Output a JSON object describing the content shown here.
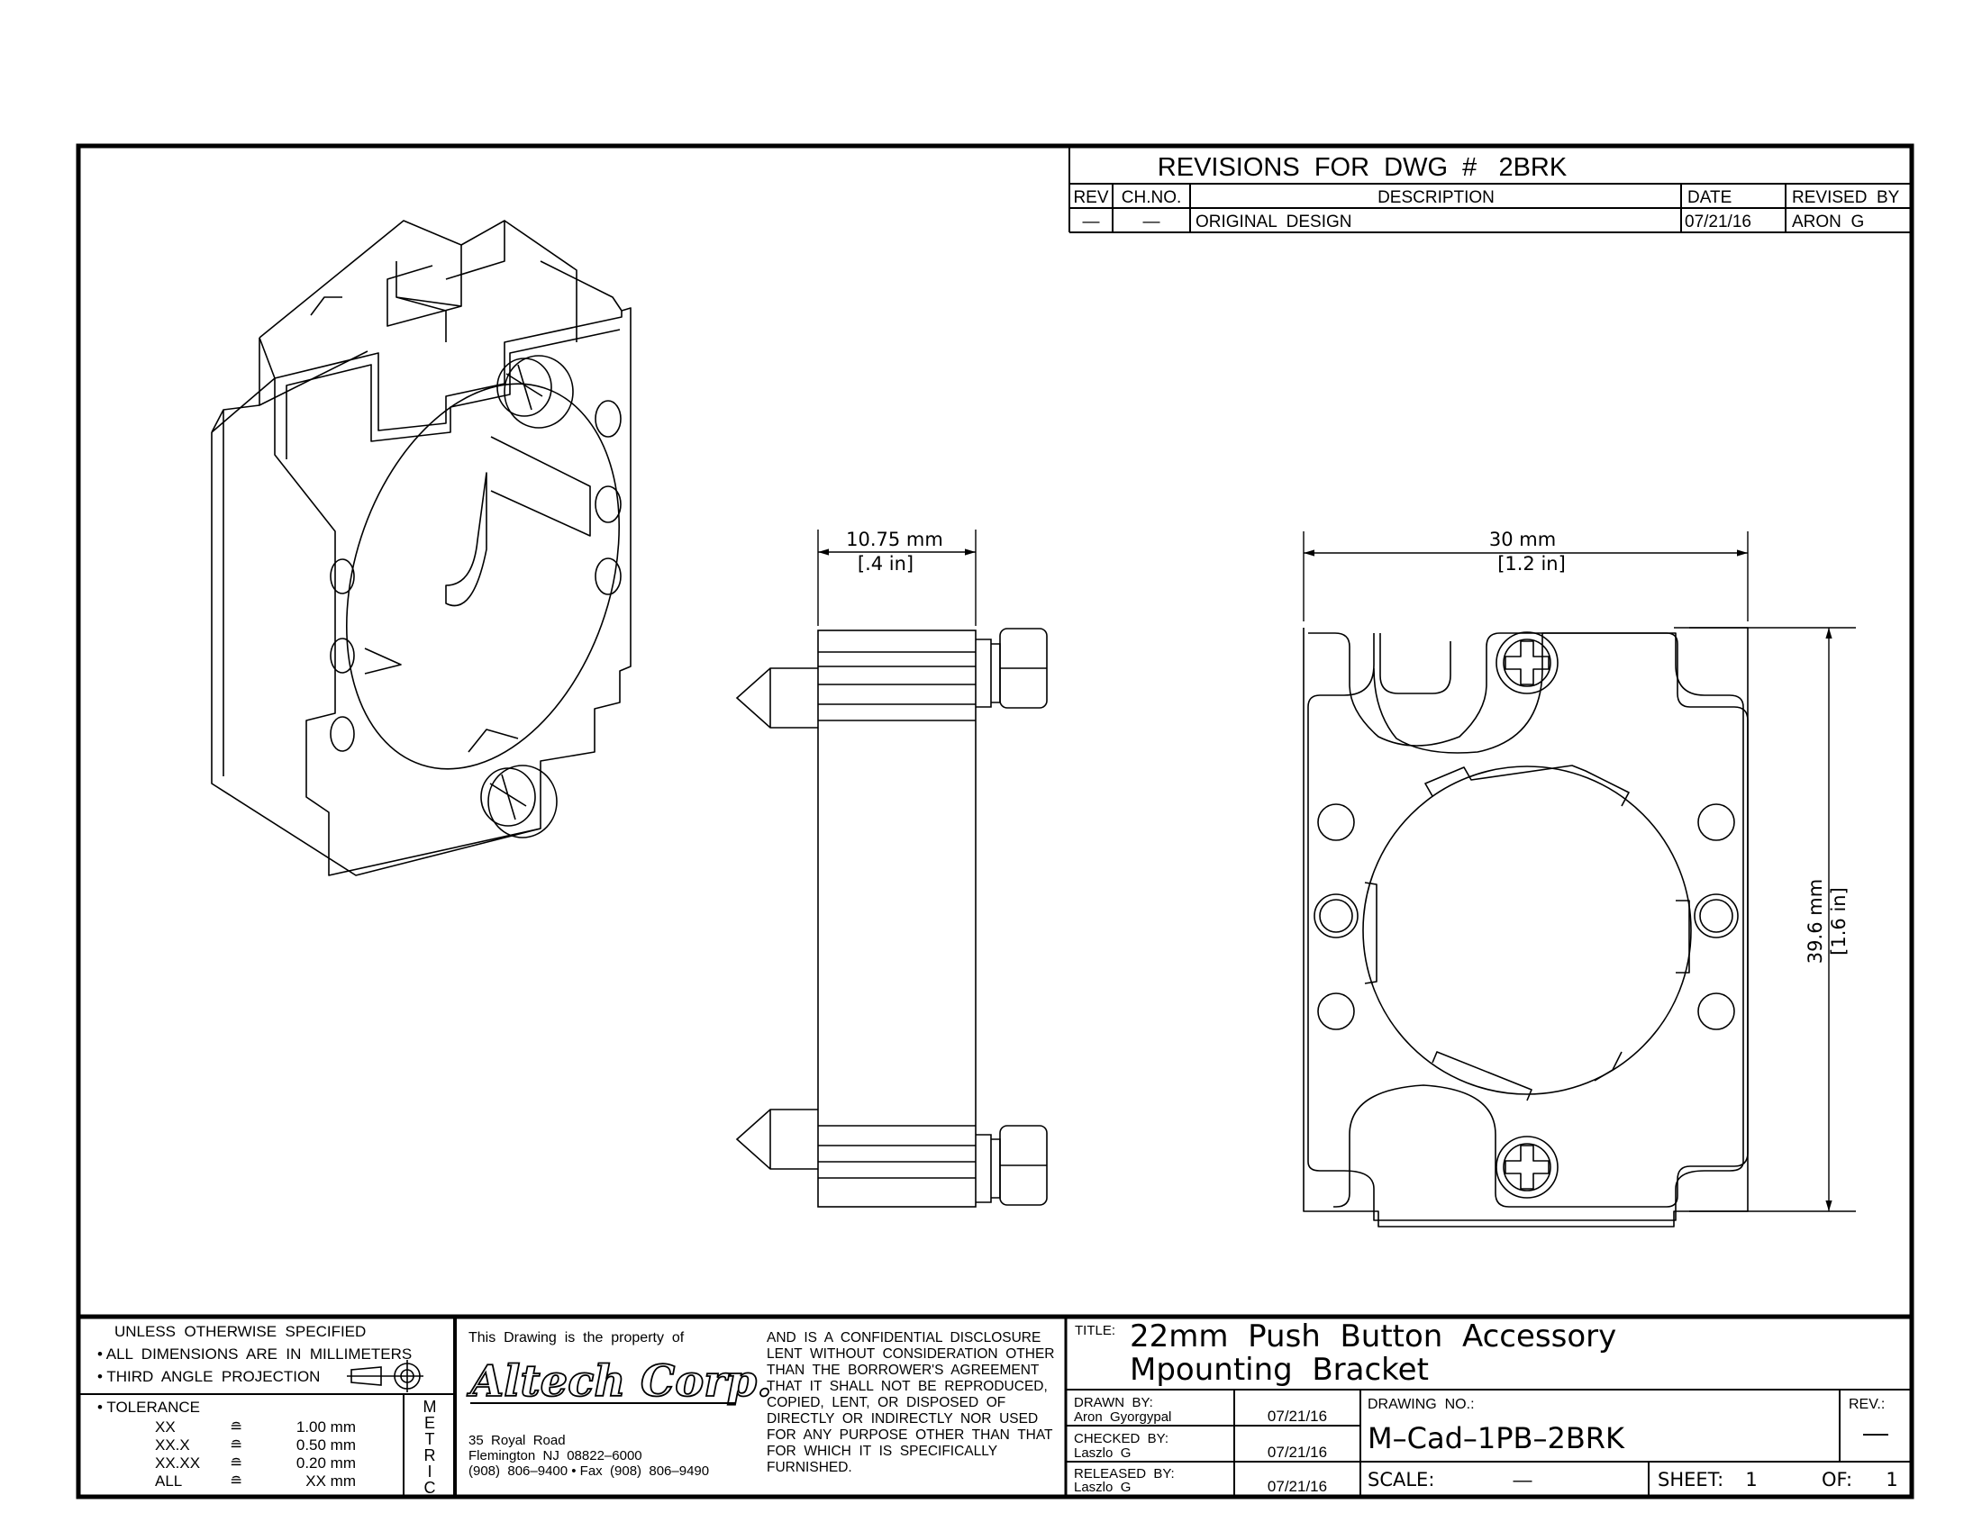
{
  "revisions": {
    "title": "REVISIONS  FOR  DWG  #   2BRK",
    "headers": {
      "rev": "REV",
      "ch_no": "CH.NO.",
      "description": "DESCRIPTION",
      "date": "DATE",
      "revised_by": "REVISED  BY"
    },
    "rows": [
      {
        "rev": "—",
        "ch_no": "—",
        "description": "ORIGINAL  DESIGN",
        "date": "07/21/16",
        "revised_by": "ARON  G"
      }
    ]
  },
  "dimensions": {
    "side_width": "10.75 mm",
    "side_width_in": "[.4 in]",
    "front_width": "30 mm",
    "front_width_in": "[1.2 in]",
    "front_height": "39.6 mm",
    "front_height_in": "[1.6 in]"
  },
  "notes": {
    "line1": "UNLESS  OTHERWISE  SPECIFIED",
    "line2": "• ALL  DIMENSIONS  ARE  IN  MILLIMETERS",
    "line3": "• THIRD  ANGLE  PROJECTION",
    "tolerance_label": "• TOLERANCE",
    "tolerances": [
      {
        "key": "XX",
        "value": "1.00 mm"
      },
      {
        "key": "XX.X",
        "value": "0.50 mm"
      },
      {
        "key": "XX.XX",
        "value": "0.20 mm"
      },
      {
        "key": "ALL",
        "value": "XX mm"
      }
    ],
    "metric": [
      "M",
      "E",
      "T",
      "R",
      "I",
      "C"
    ]
  },
  "company": {
    "property_text": "This  Drawing  is  the  property  of",
    "logo": "Altech Corp.",
    "address1": "35  Royal  Road",
    "address2": "Flemington  NJ  08822–6000",
    "phone": "(908)  806–9400 • Fax  (908)  806–9490",
    "disclosure": [
      "AND  IS  A  CONFIDENTIAL  DISCLOSURE",
      "LENT  WITHOUT  CONSIDERATION  OTHER",
      "THAN  THE  BORROWER'S  AGREEMENT",
      "THAT  IT  SHALL  NOT  BE  REPRODUCED,",
      "COPIED,  LENT,  OR  DISPOSED  OF",
      "DIRECTLY  OR  INDIRECTLY  NOR  USED",
      "FOR  ANY  PURPOSE  OTHER  THAN  THAT",
      "FOR  WHICH  IT  IS  SPECIFICALLY",
      "FURNISHED."
    ]
  },
  "title_block": {
    "title_label": "TITLE:",
    "title_line1": "22mm  Push  Button  Accessory",
    "title_line2": "Mpounting  Bracket",
    "drawn_label": "DRAWN  BY:",
    "drawn_by": "Aron  Gyorgypal",
    "drawn_date": "07/21/16",
    "checked_label": "CHECKED  BY:",
    "checked_by": "Laszlo  G",
    "checked_date": "07/21/16",
    "released_label": "RELEASED  BY:",
    "released_by": "Laszlo  G",
    "released_date": "07/21/16",
    "drawing_no_label": "DRAWING  NO.:",
    "drawing_no": "M–Cad–1PB–2BRK",
    "rev_label": "REV.:",
    "rev": "—",
    "scale_label": "SCALE:",
    "scale": "—",
    "sheet_label": "SHEET:",
    "sheet": "1",
    "of_label": "OF:",
    "of": "1"
  }
}
